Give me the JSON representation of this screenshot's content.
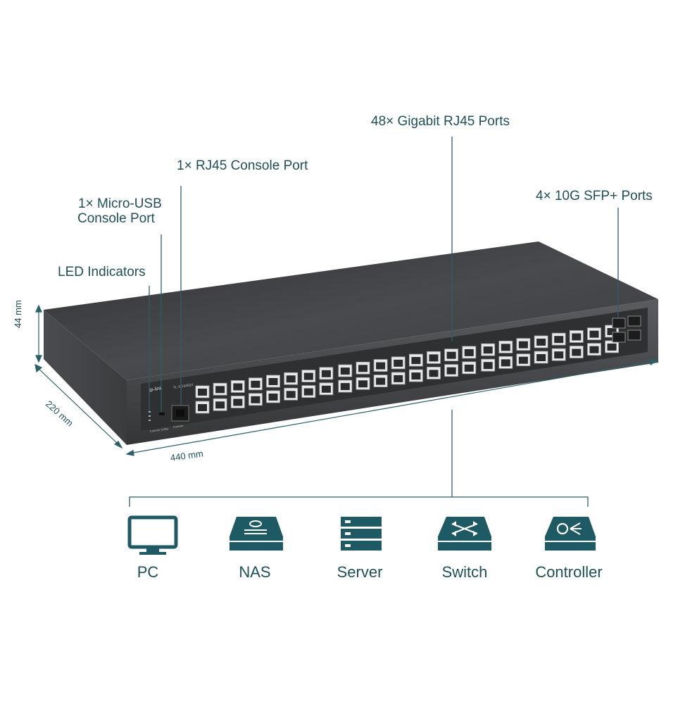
{
  "callouts": {
    "gigabit_ports": "48× Gigabit RJ45 Ports",
    "rj45_console": "1× RJ45 Console Port",
    "micro_usb_line1": "1× Micro-USB",
    "micro_usb_line2": "Console Port",
    "sfp_ports": "4× 10G SFP+ Ports",
    "led_indicators": "LED Indicators"
  },
  "dimensions": {
    "height": "44 mm",
    "depth": "220 mm",
    "width": "440 mm"
  },
  "devices": [
    {
      "label": "PC",
      "icon": "monitor-icon"
    },
    {
      "label": "NAS",
      "icon": "nas-icon"
    },
    {
      "label": "Server",
      "icon": "server-icon"
    },
    {
      "label": "Switch",
      "icon": "switch-icon"
    },
    {
      "label": "Controller",
      "icon": "controller-icon"
    }
  ],
  "switch_panel": {
    "brand": "tp-link",
    "model": "TL-SG3452X",
    "console_usb_label": "Console (USB)",
    "console_label": "Console"
  },
  "colors": {
    "accent": "#1f4f57",
    "icon": "#1e5a63",
    "chassis": "#3a3c3f"
  }
}
